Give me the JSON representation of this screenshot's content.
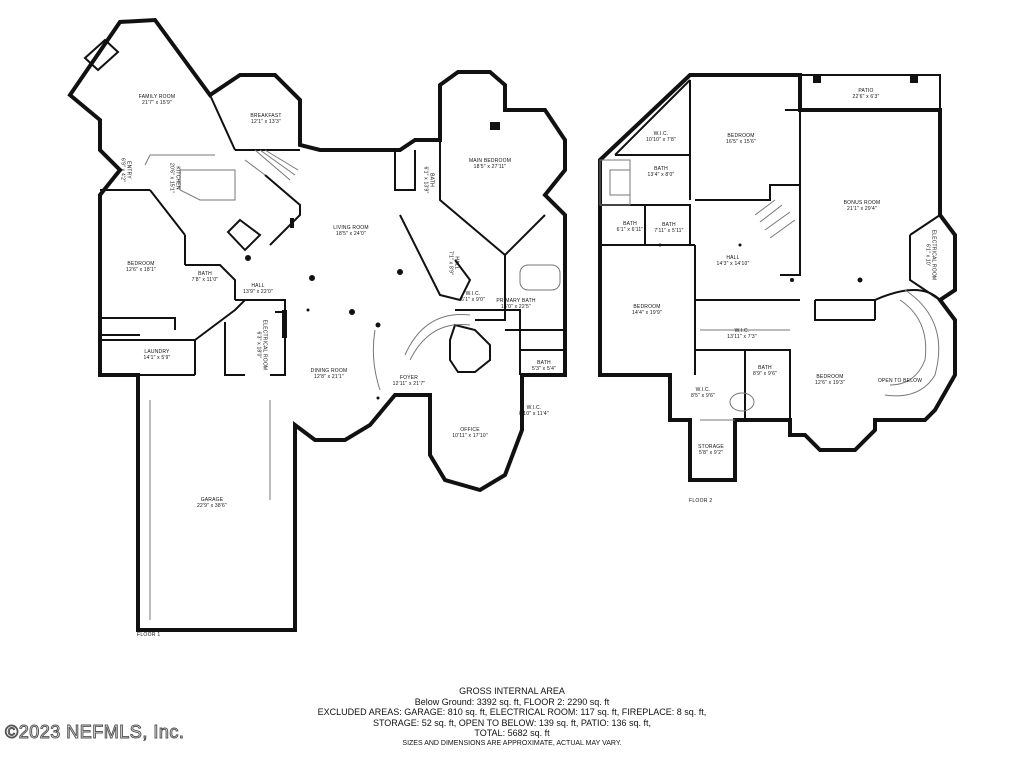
{
  "floor1": {
    "label": "FLOOR 1",
    "rooms": [
      {
        "id": "family-room",
        "name": "FAMILY ROOM",
        "dim": "21'7\" x 15'9\""
      },
      {
        "id": "breakfast",
        "name": "BREAKFAST",
        "dim": "12'1\" x 13'3\""
      },
      {
        "id": "kitchen",
        "name": "KITCHEN",
        "dim": "20'6\" x 15'1\""
      },
      {
        "id": "entry",
        "name": "ENTRY",
        "dim": "6'9\" x 4'2\""
      },
      {
        "id": "bedroom1",
        "name": "BEDROOM",
        "dim": "12'6\" x 18'1\""
      },
      {
        "id": "bath1",
        "name": "BATH",
        "dim": "7'8\" x 11'0\""
      },
      {
        "id": "hall1",
        "name": "HALL",
        "dim": "13'9\" x 22'0\""
      },
      {
        "id": "laundry",
        "name": "LAUNDRY",
        "dim": "14'1\" x 5'9\""
      },
      {
        "id": "electrical1",
        "name": "ELECTRICAL ROOM",
        "dim": "6'3\" x 18'0\""
      },
      {
        "id": "living-room",
        "name": "LIVING ROOM",
        "dim": "18'5\" x 24'0\""
      },
      {
        "id": "dining-room",
        "name": "DINING ROOM",
        "dim": "12'8\" x 21'1\""
      },
      {
        "id": "foyer",
        "name": "FOYER",
        "dim": "12'11\" x 21'7\""
      },
      {
        "id": "garage",
        "name": "GARAGE",
        "dim": "22'9\" x 38'6\""
      },
      {
        "id": "bath2",
        "name": "BATH",
        "dim": "6'1\" x 13'9\""
      },
      {
        "id": "hall2",
        "name": "HALL",
        "dim": "7'1\" x 8'9\""
      },
      {
        "id": "main-bedroom",
        "name": "MAIN BEDROOM",
        "dim": "18'5\" x 27'11\""
      },
      {
        "id": "wic1",
        "name": "W.I.C.",
        "dim": "6'1\" x 9'0\""
      },
      {
        "id": "primary-bath",
        "name": "PRIMARY BATH",
        "dim": "16'0\" x 22'5\""
      },
      {
        "id": "bath3",
        "name": "BATH",
        "dim": "5'3\" x 5'4\""
      },
      {
        "id": "wic2",
        "name": "W.I.C.",
        "dim": "8'10\" x 11'4\""
      },
      {
        "id": "office",
        "name": "OFFICE",
        "dim": "10'11\" x 17'10\""
      }
    ]
  },
  "floor2": {
    "label": "FLOOR 2",
    "rooms": [
      {
        "id": "patio",
        "name": "PATIO",
        "dim": "22'6\" x 6'3\""
      },
      {
        "id": "bedroom2",
        "name": "BEDROOM",
        "dim": "16'5\" x 15'6\""
      },
      {
        "id": "wic3",
        "name": "W.I.C.",
        "dim": "10'10\" x 7'8\""
      },
      {
        "id": "bath4",
        "name": "BATH",
        "dim": "13'4\" x 8'0\""
      },
      {
        "id": "bath5",
        "name": "BATH",
        "dim": "6'1\" x 6'11\""
      },
      {
        "id": "bath6",
        "name": "BATH",
        "dim": "7'11\" x 5'11\""
      },
      {
        "id": "bonus-room",
        "name": "BONUS ROOM",
        "dim": "21'1\" x 29'4\""
      },
      {
        "id": "hall3",
        "name": "HALL",
        "dim": "14'3\" x 14'10\""
      },
      {
        "id": "electrical2",
        "name": "ELECTRICAL ROOM",
        "dim": "6'1\" x 10'"
      },
      {
        "id": "bedroom3",
        "name": "BEDROOM",
        "dim": "14'4\" x 19'9\""
      },
      {
        "id": "wic4",
        "name": "W.I.C.",
        "dim": "13'11\" x 7'3\""
      },
      {
        "id": "wic5",
        "name": "W.I.C.",
        "dim": "8'5\" x 9'6\""
      },
      {
        "id": "bath7",
        "name": "BATH",
        "dim": "8'9\" x 9'6\""
      },
      {
        "id": "bedroom4",
        "name": "BEDROOM",
        "dim": "12'6\" x 19'3\""
      },
      {
        "id": "open-to-below",
        "name": "OPEN TO BELOW",
        "dim": ""
      },
      {
        "id": "storage",
        "name": "STORAGE",
        "dim": "5'8\" x 9'2\""
      }
    ]
  },
  "summary": {
    "title": "GROSS INTERNAL AREA",
    "line1": "Below Ground: 3392 sq. ft, FLOOR 2: 2290 sq. ft",
    "line2": "EXCLUDED AREAS: GARAGE: 810 sq. ft, ELECTRICAL ROOM: 117 sq. ft, FIREPLACE: 8 sq. ft,",
    "line3": "STORAGE: 52 sq. ft, OPEN TO BELOW: 139 sq. ft, PATIO: 136 sq. ft,",
    "line4": "TOTAL: 5682 sq. ft",
    "note": "SIZES AND DIMENSIONS ARE APPROXIMATE, ACTUAL MAY VARY."
  },
  "watermark": "©2023 NEFMLS, Inc."
}
